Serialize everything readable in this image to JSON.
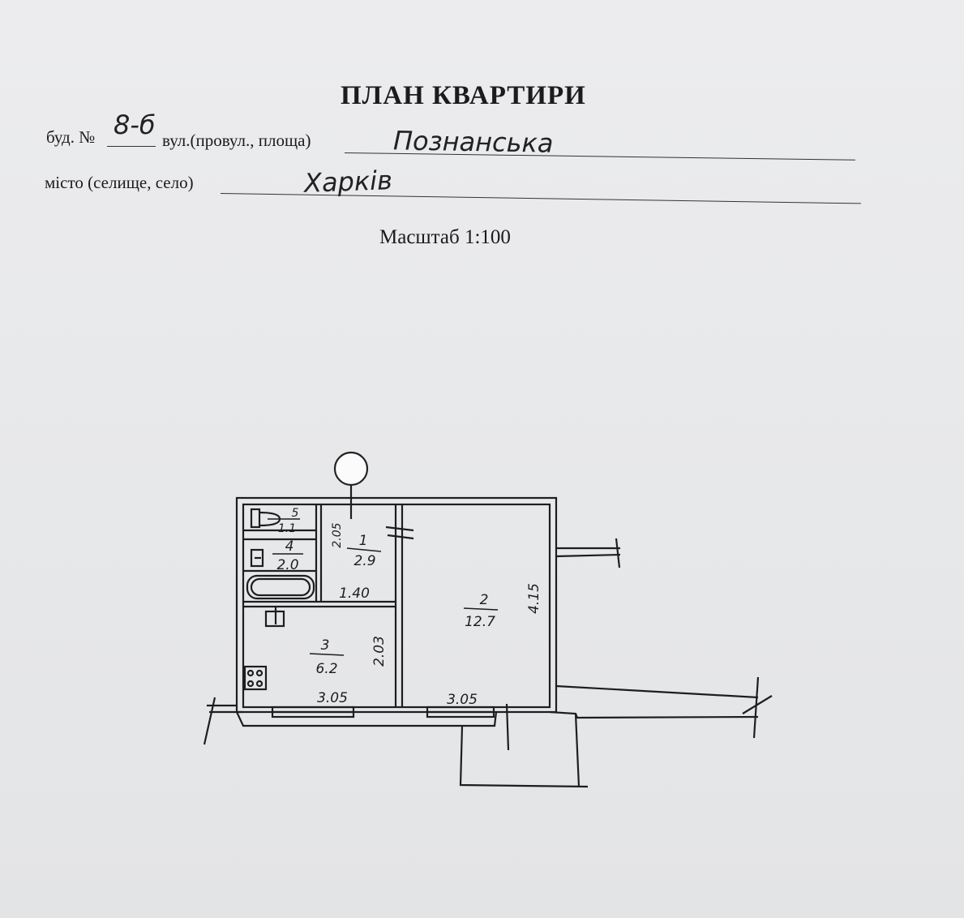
{
  "header": {
    "title": "ПЛАН КВАРТИРИ",
    "building_label": "буд. №",
    "building_number": "8-б",
    "street_label": "вул.(провул., площа)",
    "street_value": "Познанська",
    "city_label": "місто (селище, село)",
    "city_value": "Харків",
    "scale": "Масштаб 1:100"
  },
  "plan": {
    "rooms": [
      {
        "number": "1",
        "area": "2.9"
      },
      {
        "number": "2",
        "area": "12.7"
      },
      {
        "number": "3",
        "area": "6.2"
      },
      {
        "number": "4",
        "area": "2.0"
      },
      {
        "number": "5",
        "area": "1.1"
      }
    ],
    "dimensions": {
      "corridor_height": "2.05",
      "corridor_width": "1.40",
      "kitchen_height": "2.03",
      "kitchen_width": "3.05",
      "room_width": "3.05",
      "room_height": "4.15"
    }
  }
}
